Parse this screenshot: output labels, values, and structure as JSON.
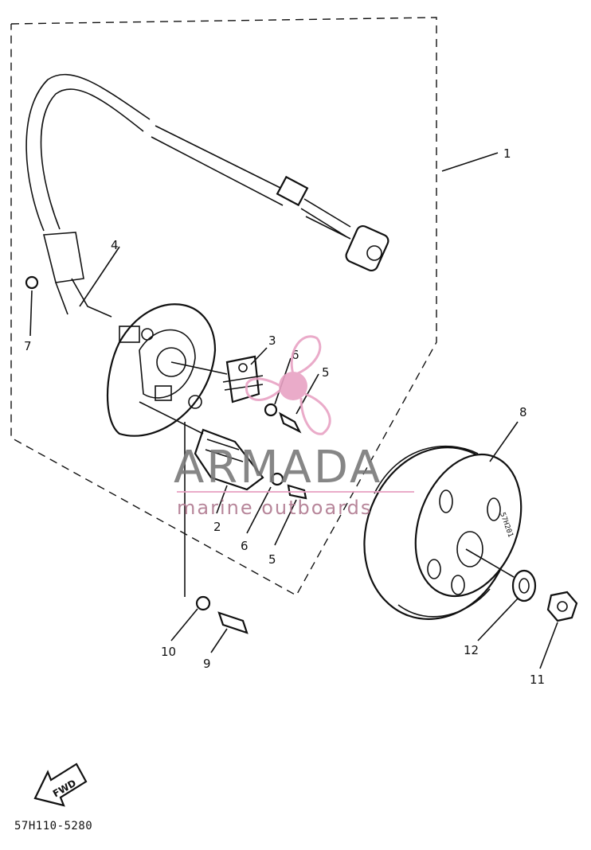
{
  "diagram": {
    "callouts": [
      {
        "id": "c1",
        "text": "1"
      },
      {
        "id": "c2",
        "text": "2"
      },
      {
        "id": "c3",
        "text": "3"
      },
      {
        "id": "c4",
        "text": "4"
      },
      {
        "id": "c5a",
        "text": "5"
      },
      {
        "id": "c5b",
        "text": "5"
      },
      {
        "id": "c6a",
        "text": "6"
      },
      {
        "id": "c6b",
        "text": "6"
      },
      {
        "id": "c7",
        "text": "7"
      },
      {
        "id": "c8",
        "text": "8"
      },
      {
        "id": "c9",
        "text": "9"
      },
      {
        "id": "c10",
        "text": "10"
      },
      {
        "id": "c11",
        "text": "11"
      },
      {
        "id": "c12",
        "text": "12"
      }
    ],
    "fwd_label": "FWD",
    "drawing_code": "57H110-5280",
    "flywheel_mark": "57H201"
  },
  "watermark": {
    "brand": "ARMADA",
    "tagline": "marine outboards",
    "accent_color": "#e8a2c4",
    "text_color": "#7a7a7a"
  }
}
